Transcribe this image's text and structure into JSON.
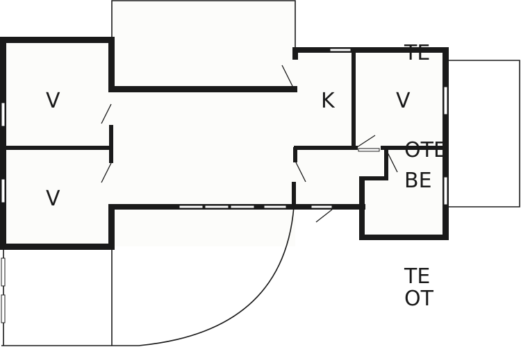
{
  "floorplan": {
    "rooms": [
      {
        "id": "bedroom-top-left",
        "label": "V"
      },
      {
        "id": "bedroom-bottom-left",
        "label": "V"
      },
      {
        "id": "kitchen",
        "label": "K"
      },
      {
        "id": "bedroom-right",
        "label": "V"
      }
    ],
    "annotations": [
      {
        "id": "te-top",
        "label": "TE"
      },
      {
        "id": "ote",
        "label": "OTE"
      },
      {
        "id": "be",
        "label": "BE"
      },
      {
        "id": "te-bottom",
        "label": "TE"
      },
      {
        "id": "ot-bottom",
        "label": "OT"
      }
    ]
  }
}
